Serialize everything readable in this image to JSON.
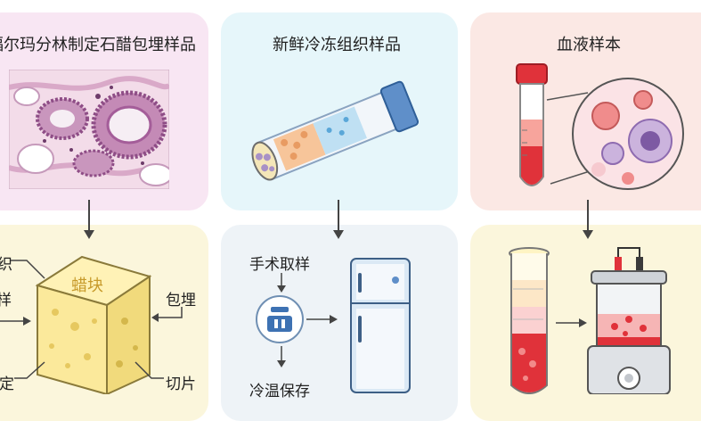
{
  "column1": {
    "title": "福尔玛分林制定石醋包埋样品",
    "block_text": "蜡块",
    "label_left_top": "组织",
    "label_left_mid": "样",
    "label_left_bottom": "固定",
    "label_right_mid": "包埋",
    "label_right_bottom": "切片"
  },
  "column2": {
    "title": "新鲜冷冻组织样品",
    "step_top": "手术取样",
    "step_bottom": "冷温保存"
  },
  "column3": {
    "title": "血液样本"
  },
  "colors": {
    "panel_pink": "#f8e6f3",
    "panel_blue": "#e6f6fa",
    "panel_peach": "#fbe8e4",
    "panel_yellow": "#fbf6dc",
    "blood_red": "#e0323a",
    "fridge_blue": "#a9c8e6",
    "tube_cap_blue": "#5f8fc9"
  }
}
